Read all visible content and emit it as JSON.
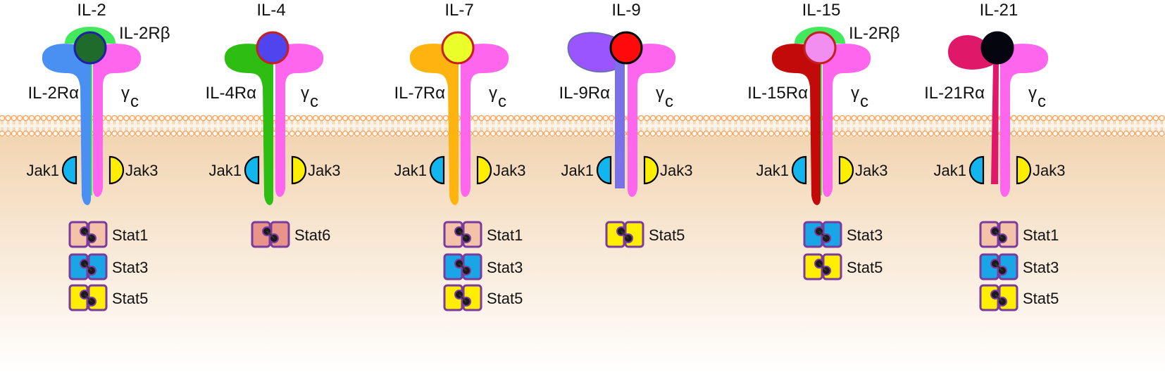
{
  "colors": {
    "membrane_head": "#f6a15b",
    "membrane_tail": "#f2c58f",
    "cytoplasm_top": "#f2d5b2",
    "cytoplasm_bottom": "#ffffff",
    "gamma_c": "#ff66ee",
    "jak1": "#12b5ee",
    "jak3": "#ffee00",
    "stat_border": "#7a3a9e",
    "stat1": "#f4c2a8",
    "stat3": "#1aa6e6",
    "stat5": "#ffee00",
    "stat6": "#e8948a"
  },
  "receptors": [
    {
      "cytokine": "IL-2",
      "cytokine_color": "#1e6b2c",
      "cytokine_ring": "#1c22a0",
      "alpha_label": "IL-2Rα",
      "alpha_color": "#4a90f2",
      "beta_label": "IL-2Rβ",
      "beta_color": "#44e85c",
      "gamma_label": "γ",
      "gamma_sub": "c",
      "jak_left": "Jak1",
      "jak_right": "Jak3",
      "stats": [
        {
          "label": "Stat1",
          "fill": "#f4c2a8"
        },
        {
          "label": "Stat3",
          "fill": "#1aa6e6"
        },
        {
          "label": "Stat5",
          "fill": "#ffee00"
        }
      ]
    },
    {
      "cytokine": "IL-4",
      "cytokine_color": "#5044ee",
      "cytokine_ring": "#c42020",
      "alpha_label": "IL-4Rα",
      "alpha_color": "#2ebd12",
      "gamma_label": "γ",
      "gamma_sub": "c",
      "jak_left": "Jak1",
      "jak_right": "Jak3",
      "stats": [
        {
          "label": "Stat6",
          "fill": "#e8948a"
        }
      ]
    },
    {
      "cytokine": "IL-7",
      "cytokine_color": "#eaff2a",
      "cytokine_ring": "#c42020",
      "alpha_label": "IL-7Rα",
      "alpha_color": "#ffb30f",
      "gamma_label": "γ",
      "gamma_sub": "c",
      "jak_left": "Jak1",
      "jak_right": "Jak3",
      "stats": [
        {
          "label": "Stat1",
          "fill": "#f4c2a8"
        },
        {
          "label": "Stat3",
          "fill": "#1aa6e6"
        },
        {
          "label": "Stat5",
          "fill": "#ffee00"
        }
      ]
    },
    {
      "cytokine": "IL-9",
      "cytokine_color": "#ff0a0a",
      "cytokine_ring": "#000000",
      "alpha_label": "IL-9Rα",
      "alpha_color": "#9a55ff",
      "alpha_stem_color": "#7a70e8",
      "gamma_label": "γ",
      "gamma_sub": "c",
      "jak_left": "Jak1",
      "jak_right": "Jak3",
      "stats": [
        {
          "label": "Stat5",
          "fill": "#ffee00"
        }
      ]
    },
    {
      "cytokine": "IL-15",
      "cytokine_color": "#f28ef0",
      "cytokine_ring": "#c42020",
      "alpha_label": "IL-15Rα",
      "alpha_color": "#c20a0a",
      "beta_label": "IL-2Rβ",
      "beta_color": "#44e85c",
      "gamma_label": "γ",
      "gamma_sub": "c",
      "jak_left": "Jak1",
      "jak_right": "Jak3",
      "stats": [
        {
          "label": "Stat3",
          "fill": "#1aa6e6"
        },
        {
          "label": "Stat5",
          "fill": "#ffee00"
        }
      ]
    },
    {
      "cytokine": "IL-21",
      "cytokine_color": "#050510",
      "cytokine_ring": "#050510",
      "alpha_label": "IL-21Rα",
      "alpha_color": "#e0186a",
      "gamma_label": "γ",
      "gamma_sub": "c",
      "jak_left": "Jak1",
      "jak_right": "Jak3",
      "stats": [
        {
          "label": "Stat1",
          "fill": "#f4c2a8"
        },
        {
          "label": "Stat3",
          "fill": "#1aa6e6"
        },
        {
          "label": "Stat5",
          "fill": "#ffee00"
        }
      ]
    }
  ]
}
